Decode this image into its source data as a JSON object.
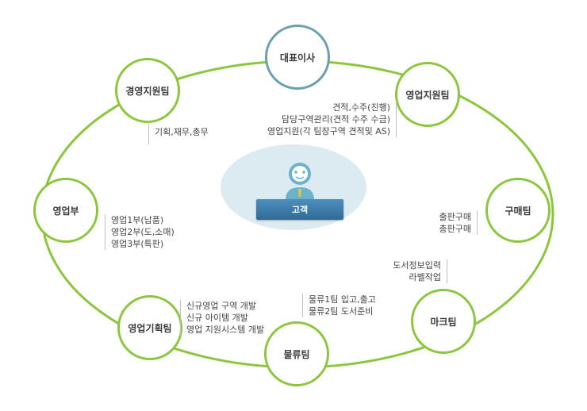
{
  "center": {
    "label": "고객"
  },
  "nodes": {
    "ceo": "대표이사",
    "sales_support": "영업지원팀",
    "purchasing": "구매팀",
    "marking": "마크팀",
    "logistics": "물류팀",
    "sales_planning": "영업기획팀",
    "sales_dept": "영업부",
    "management_support": "경영지원팀"
  },
  "descriptions": {
    "sales_support": [
      "견적,수주(진행)",
      "담당구역관리(견적 수주 수금)",
      "영업지원(각 팀장구역 견적및  AS)"
    ],
    "management_support": [
      "기획,재무,총무"
    ],
    "sales_dept": [
      "영업1부(납품)",
      "영업2부(도,소매)",
      "영업3부(특판)"
    ],
    "purchasing": [
      "출판구매",
      "총판구매"
    ],
    "marking": [
      "도서정보입력",
      "라벨작업"
    ],
    "logistics": [
      "물류1팀 입고,출고",
      "물류2팀 도서준비"
    ],
    "sales_planning": [
      "신규영업 구역 개발",
      "신규 아이템 개발",
      "영업 지원시스템 개발"
    ]
  },
  "colors": {
    "ring": "#8cc63f",
    "ceo_border": "#6a9fae",
    "center_bg": "#dcebf2",
    "figure": "#6ab3c9",
    "button": "#3a7cad"
  }
}
